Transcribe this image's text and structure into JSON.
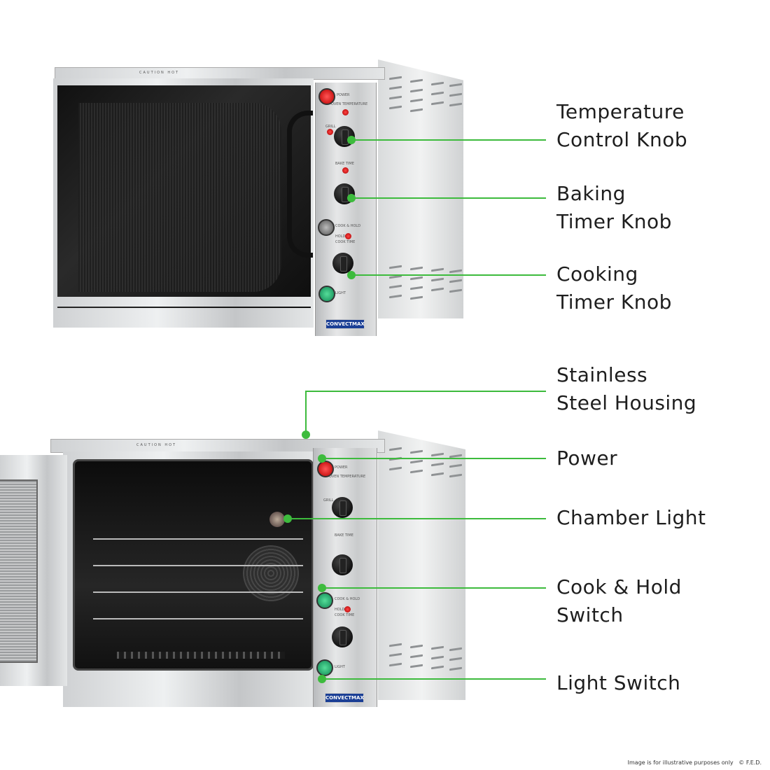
{
  "callouts": {
    "temperature_control_knob": [
      "Temperature",
      "Control Knob"
    ],
    "baking_timer_knob": [
      "Baking",
      "Timer Knob"
    ],
    "cooking_timer_knob": [
      "Cooking",
      "Timer Knob"
    ],
    "stainless_steel_housing": [
      "Stainless",
      "Steel Housing"
    ],
    "power": "Power",
    "chamber_light": "Chamber Light",
    "cook_hold_switch": [
      "Cook & Hold",
      "Switch"
    ],
    "light_switch": "Light Switch"
  },
  "oven_panel": {
    "caution": "CAUTION HOT",
    "power": "POWER",
    "oven_temperature": "OVEN TEMPERATURE",
    "grill": "GRILL",
    "bake_time": "BAKE TIME",
    "cook_hold": "COOK & HOLD",
    "hold": "HOLD",
    "cook_time": "COOK TIME",
    "light": "LIGHT",
    "brand_logo": "CONVECTMAX"
  },
  "footer": {
    "disclaimer": "Image is for illustrative purposes only",
    "copyright": "© F.E.D."
  },
  "colors": {
    "callout": "#3dbb3d",
    "text": "#1e1e1e",
    "brand": "#1b3f95"
  }
}
